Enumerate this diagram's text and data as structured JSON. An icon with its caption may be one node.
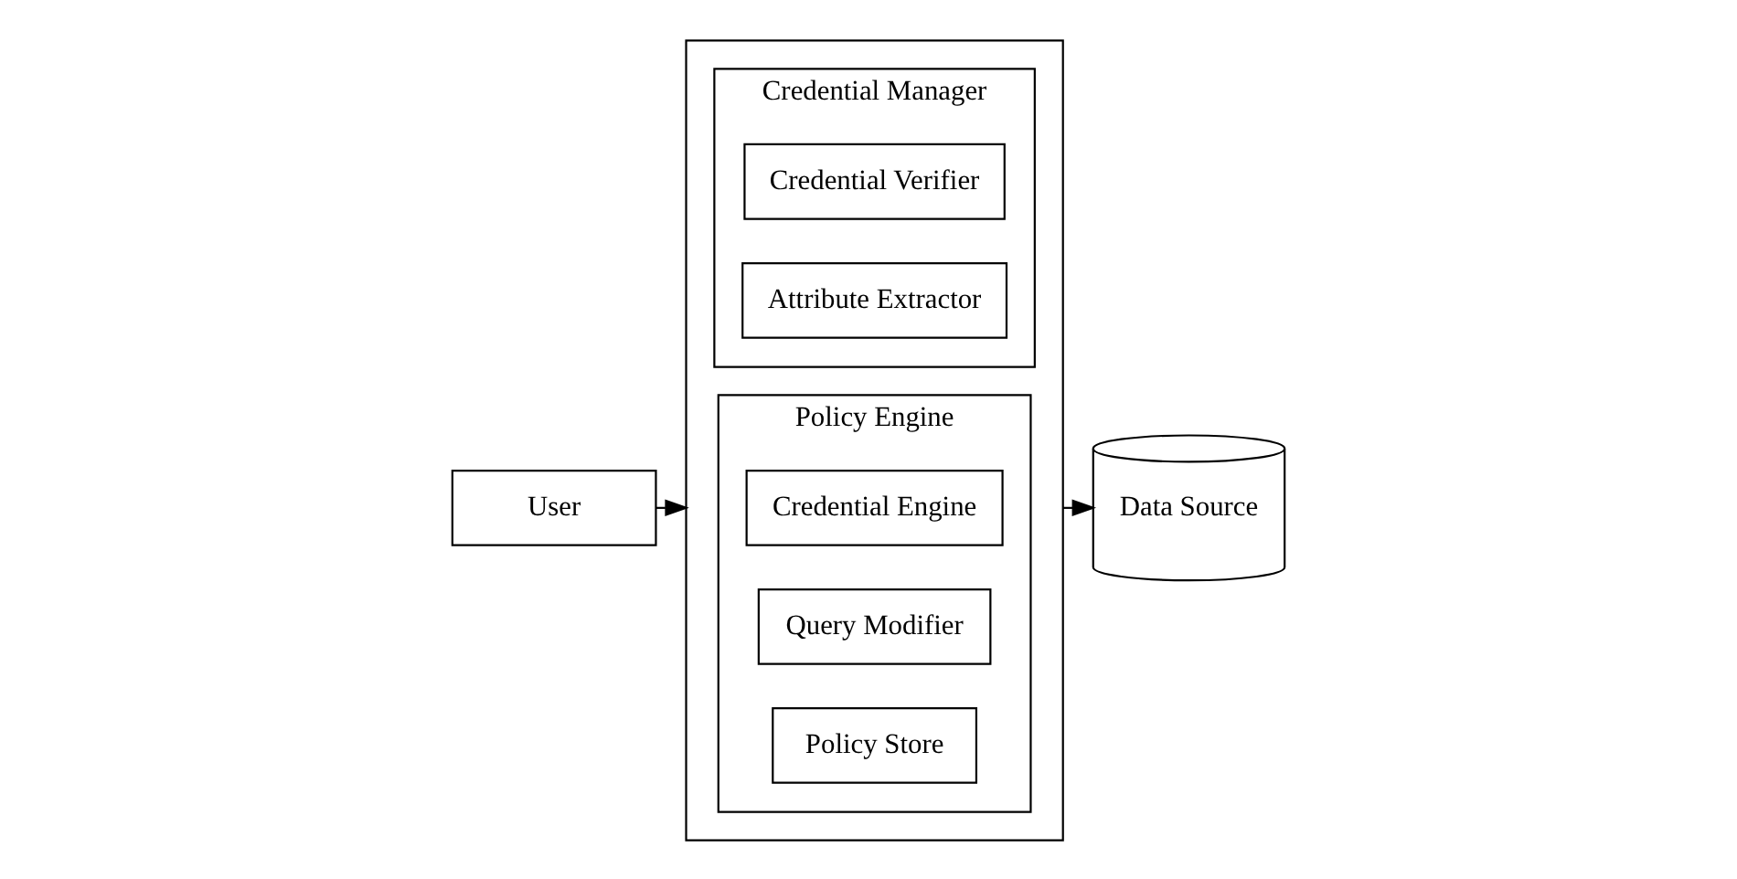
{
  "diagram": {
    "nodes": [
      {
        "text": [
          "User"
        ]
      },
      {
        "text": [],
        "shape": "box"
      },
      {
        "text": [
          "Credential Manager"
        ],
        "in": 1
      },
      {
        "text": [
          "Credential Verifier"
        ],
        "in": 2
      },
      {
        "text": [
          "Attribute Extractor"
        ],
        "in": 2
      },
      {
        "text": [
          "Policy Engine"
        ],
        "in": 1
      },
      {
        "text": [
          "Credential Engine"
        ],
        "in": 5
      },
      {
        "text": [
          "Query Modifier"
        ],
        "in": 5
      },
      {
        "text": [
          "Policy Store"
        ],
        "in": 5
      },
      {
        "text": [
          "Data Source"
        ]
      }
    ],
    "edges": [
      {
        "from": 0,
        "to": 1,
        "arrow": "to"
      },
      {
        "from": 1,
        "to": 9,
        "arrow": "to"
      }
    ]
  }
}
